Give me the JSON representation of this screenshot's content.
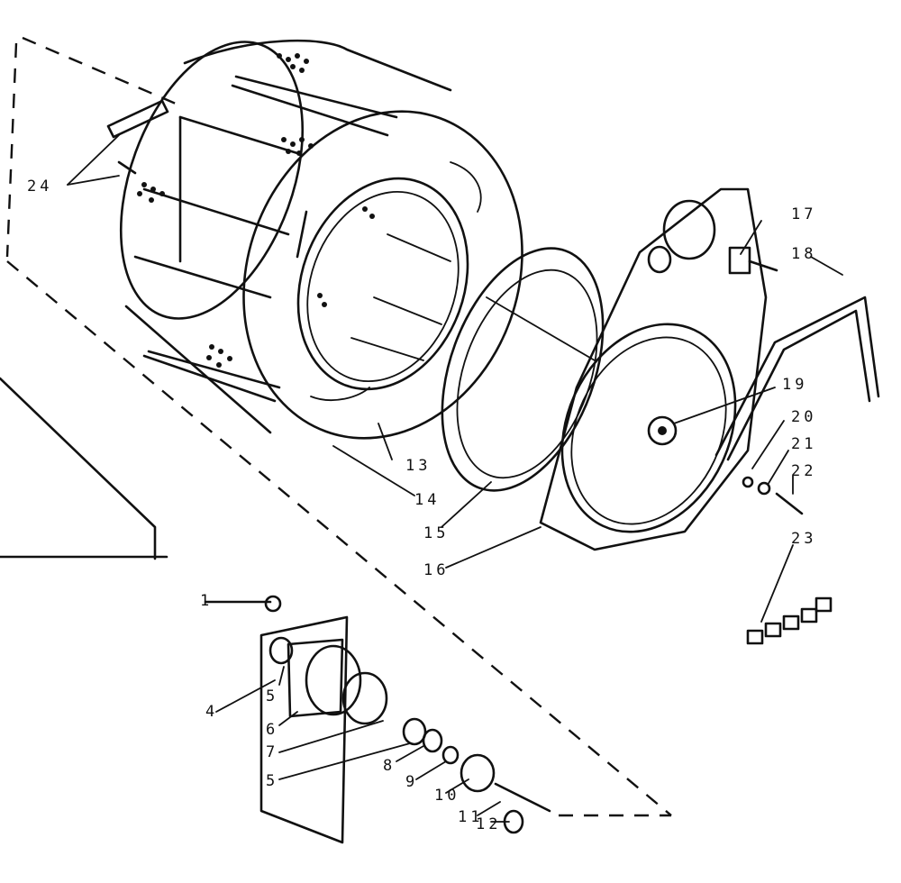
{
  "callouts": [
    {
      "id": "c24",
      "text": "24"
    },
    {
      "id": "c17",
      "text": "17"
    },
    {
      "id": "c18",
      "text": "18"
    },
    {
      "id": "c19",
      "text": "19"
    },
    {
      "id": "c20",
      "text": "20"
    },
    {
      "id": "c21",
      "text": "21"
    },
    {
      "id": "c22",
      "text": "22"
    },
    {
      "id": "c23",
      "text": "23"
    },
    {
      "id": "c13",
      "text": "13"
    },
    {
      "id": "c14",
      "text": "14"
    },
    {
      "id": "c15",
      "text": "15"
    },
    {
      "id": "c16",
      "text": "16"
    },
    {
      "id": "c1",
      "text": "1"
    },
    {
      "id": "c4",
      "text": "4"
    },
    {
      "id": "c5a",
      "text": "5"
    },
    {
      "id": "c6",
      "text": "6"
    },
    {
      "id": "c7",
      "text": "7"
    },
    {
      "id": "c5b",
      "text": "5"
    },
    {
      "id": "c8",
      "text": "8"
    },
    {
      "id": "c9",
      "text": "9"
    },
    {
      "id": "c10",
      "text": "10"
    },
    {
      "id": "c11",
      "text": "11"
    },
    {
      "id": "c12",
      "text": "12"
    }
  ]
}
